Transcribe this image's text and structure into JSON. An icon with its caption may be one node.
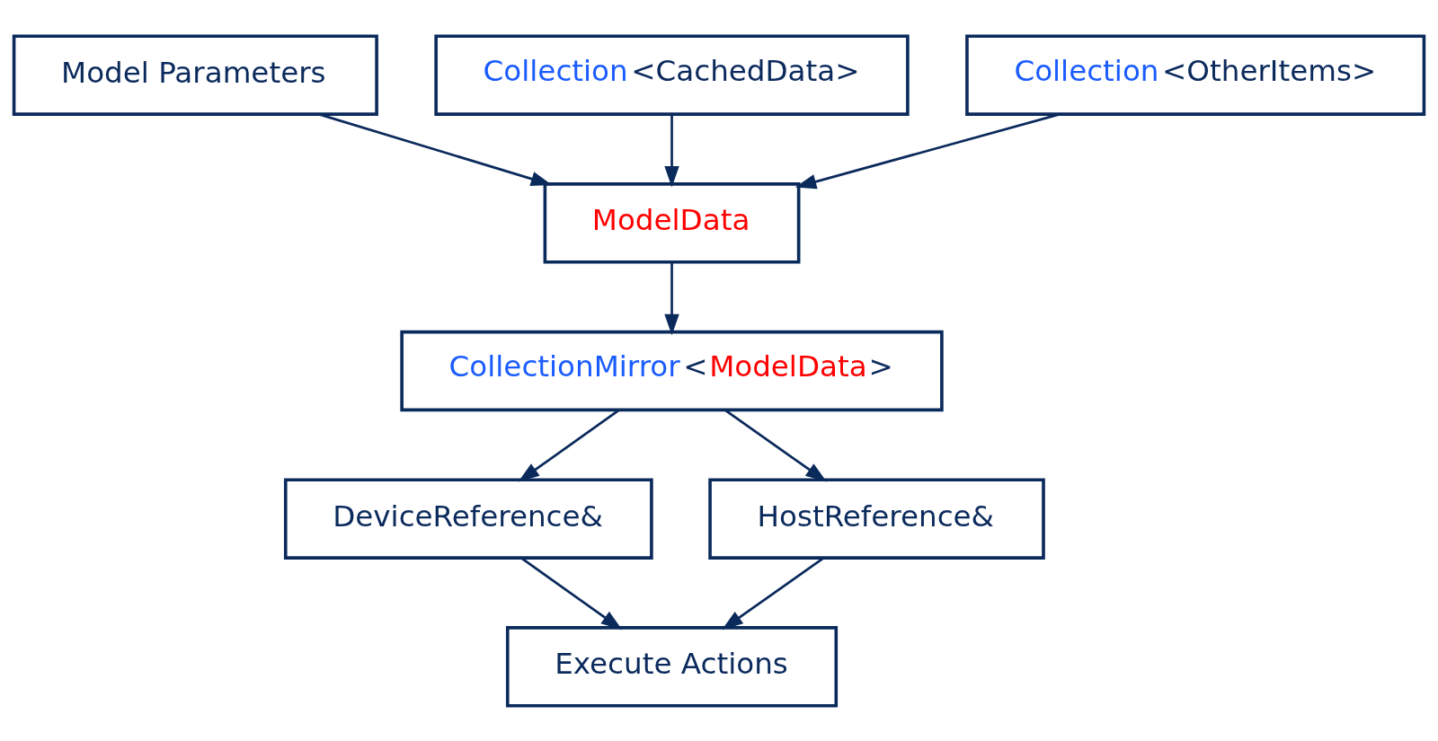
{
  "diagram": {
    "nodes": [
      {
        "text": [
          "Model Parameters"
        ]
      },
      {
        "text": [
          "Collection<CachedData>"
        ]
      },
      {
        "text": [
          "Collection<OtherItems>"
        ]
      },
      {
        "text": [
          "ModelData"
        ]
      },
      {
        "text": [
          "CollectionMirror<ModelData>"
        ]
      },
      {
        "text": [
          "DeviceReference&"
        ]
      },
      {
        "text": [
          "HostReference&"
        ]
      },
      {
        "text": [
          "Execute Actions"
        ]
      }
    ],
    "edges": [
      {
        "from": 0,
        "to": 3,
        "arrow": "to"
      },
      {
        "from": 1,
        "to": 3,
        "arrow": "to"
      },
      {
        "from": 2,
        "to": 3,
        "arrow": "to"
      },
      {
        "from": 3,
        "to": 4,
        "arrow": "to"
      },
      {
        "from": 4,
        "to": 5,
        "arrow": "to"
      },
      {
        "from": 4,
        "to": 6,
        "arrow": "to"
      },
      {
        "from": 5,
        "to": 7,
        "arrow": "to"
      },
      {
        "from": 6,
        "to": 7,
        "arrow": "to"
      }
    ]
  }
}
